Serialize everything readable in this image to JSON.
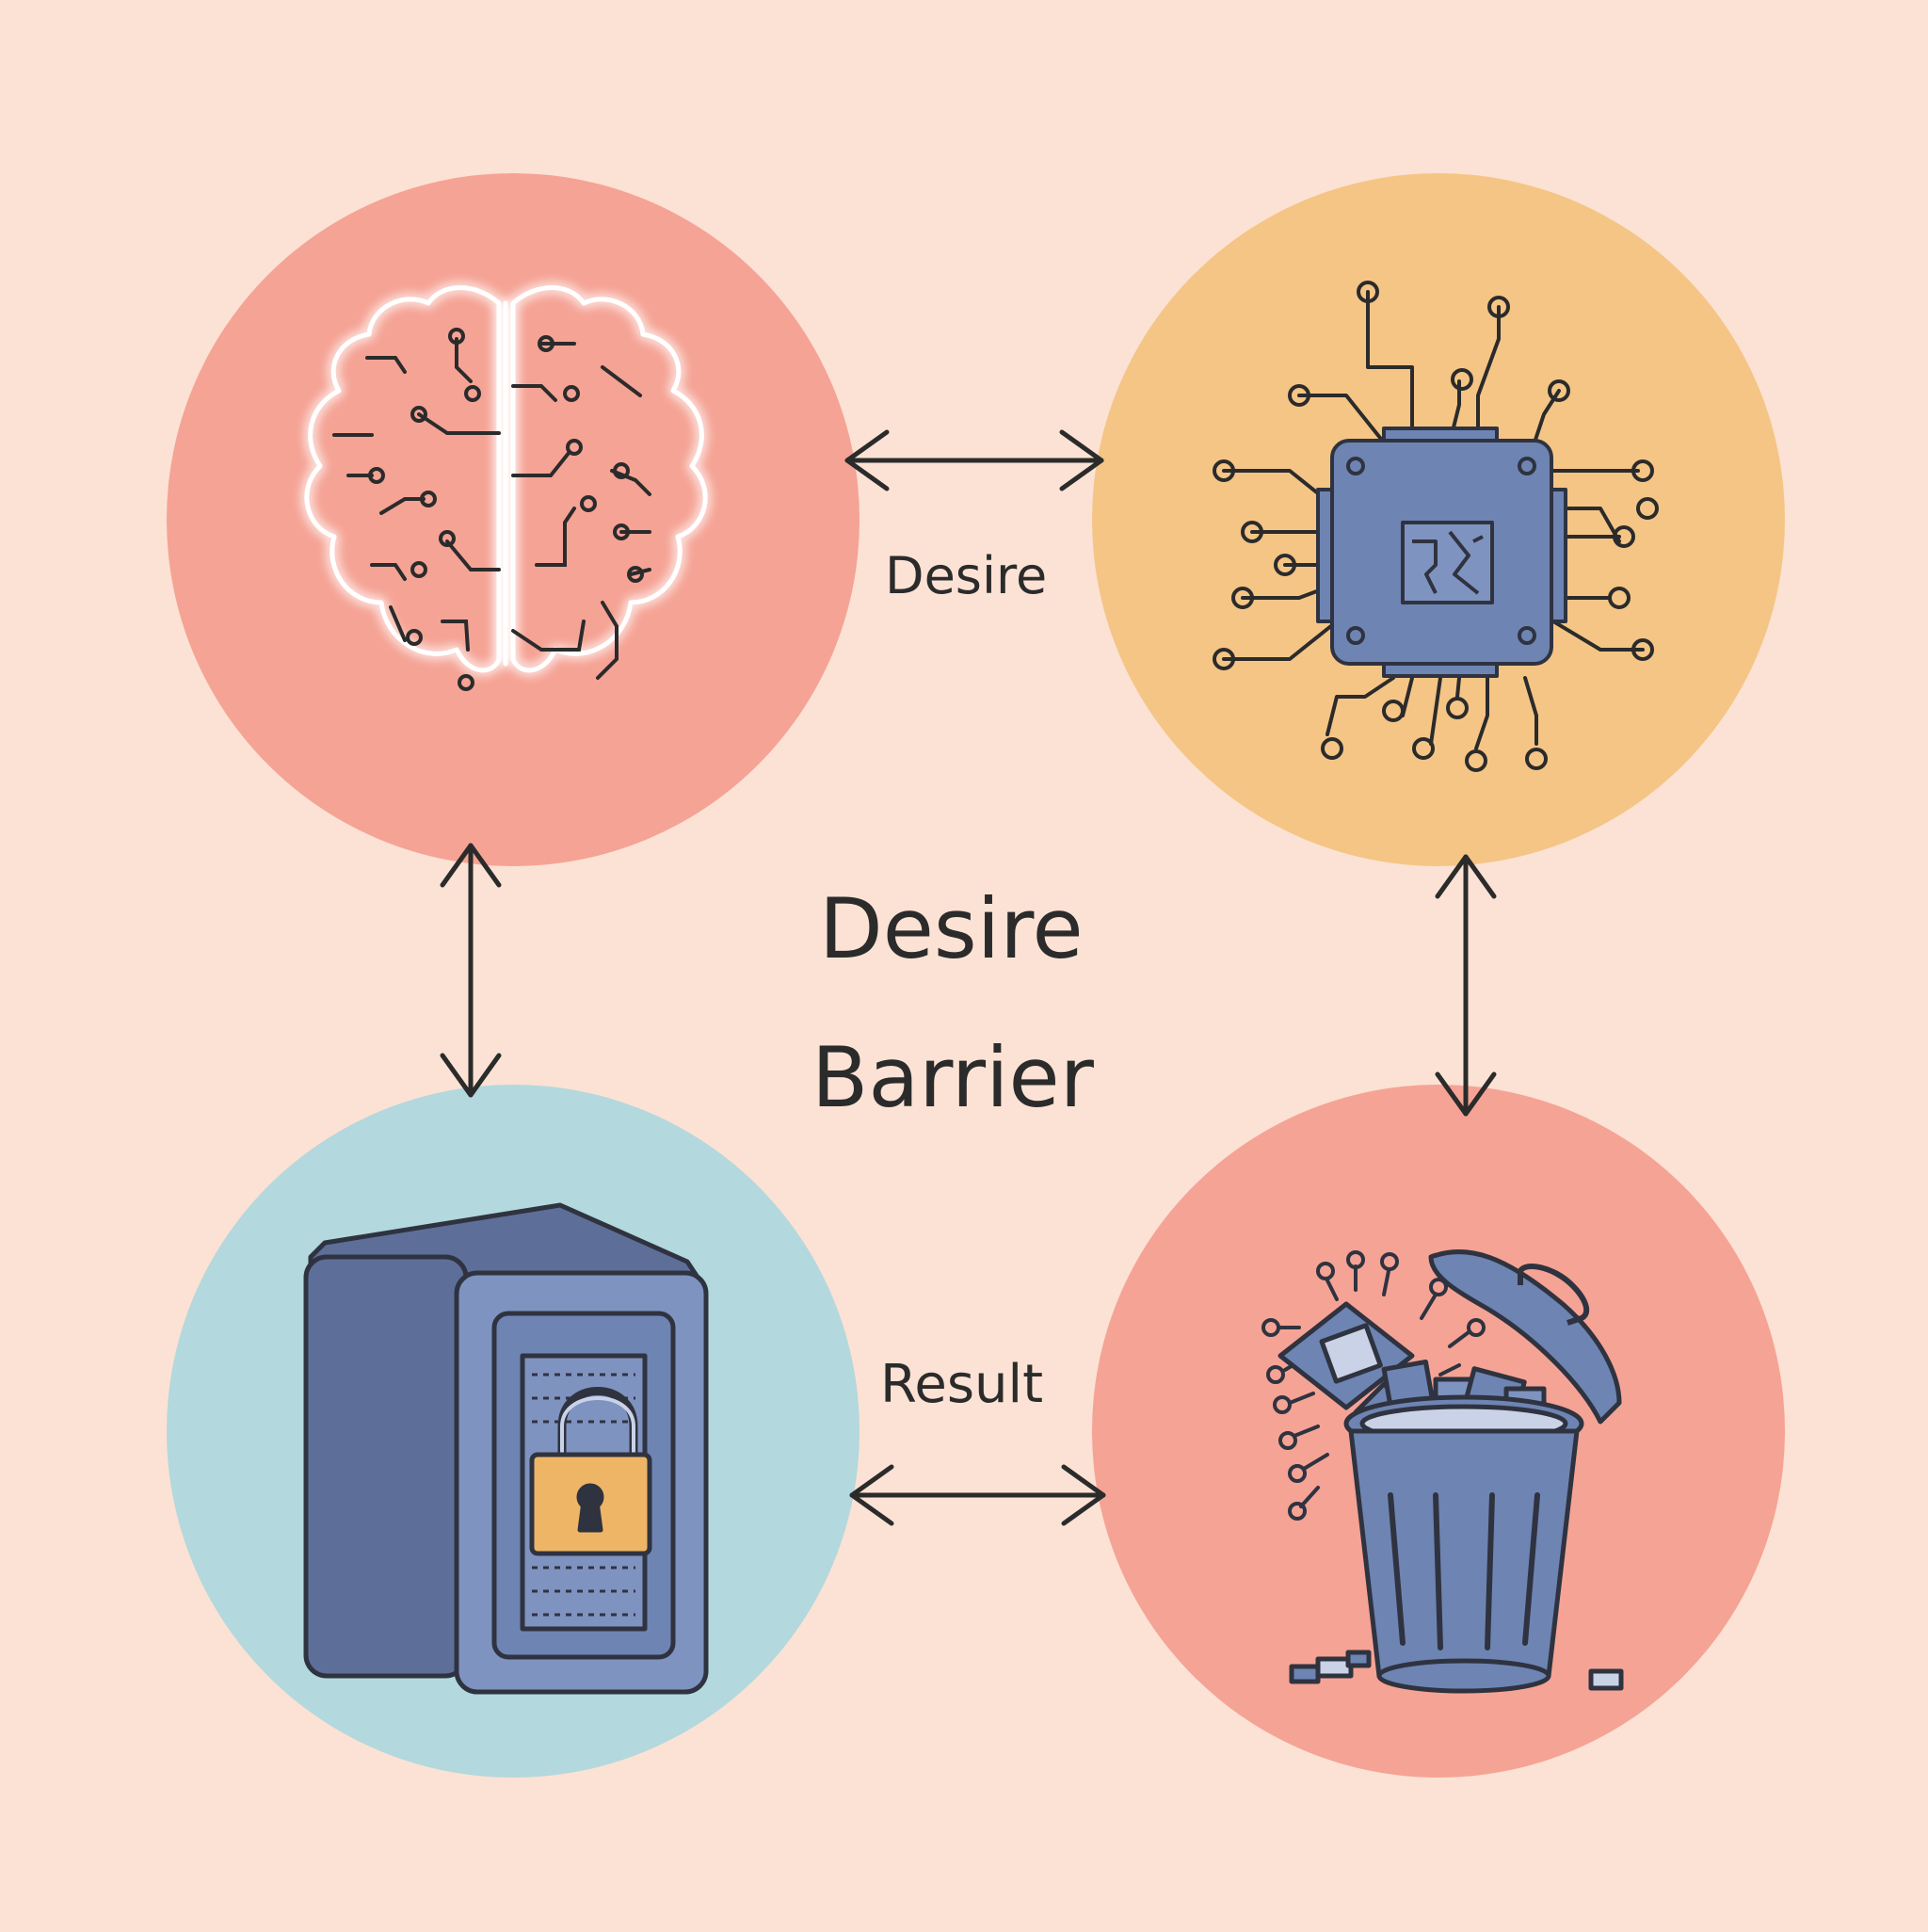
{
  "colors": {
    "background": "#fbe2d4",
    "coral": "#f5a395",
    "amber": "#f5c586",
    "light_blue": "#b3d8dd",
    "slate_blue": "#6e84b3",
    "outline": "#2f3340",
    "padlock_gold": "#efb566"
  },
  "nodes": [
    {
      "id": "brain",
      "icon": "brain-circuit-icon",
      "fill": "#f5a395"
    },
    {
      "id": "chip",
      "icon": "microchip-icon",
      "fill": "#f5c586"
    },
    {
      "id": "vault",
      "icon": "locked-vault-icon",
      "fill": "#b3d8dd"
    },
    {
      "id": "trash",
      "icon": "trash-can-chips-icon",
      "fill": "#f5a395"
    }
  ],
  "edges": [
    {
      "from": "brain",
      "to": "chip",
      "direction": "bidirectional",
      "label": "Desire"
    },
    {
      "from": "vault",
      "to": "trash",
      "direction": "bidirectional",
      "label": "Result"
    },
    {
      "from": "brain",
      "to": "vault",
      "direction": "bidirectional",
      "label": ""
    },
    {
      "from": "chip",
      "to": "trash",
      "direction": "bidirectional",
      "label": ""
    }
  ],
  "center_title": [
    "Desire",
    "Barrier"
  ]
}
